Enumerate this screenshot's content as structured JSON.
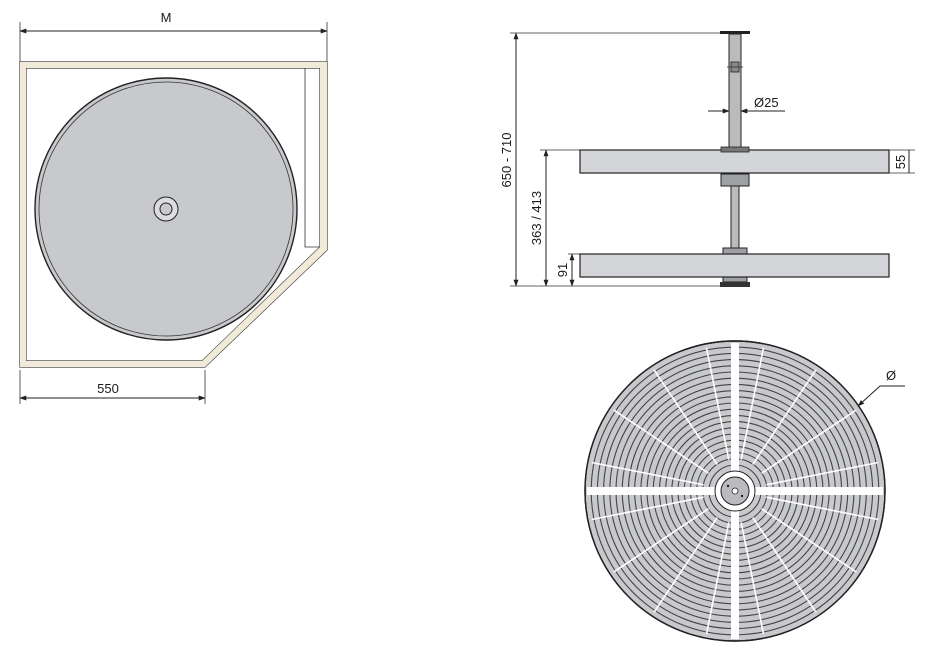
{
  "dimensions": {
    "width_top": "M",
    "depth_bottom": "550",
    "overall_height": "650 - 710",
    "shelf_spacing": "363 / 413",
    "bottom_height": "91",
    "shelf_thickness": "55",
    "pole_diameter": "Ø25",
    "tray_diameter": "Ø"
  },
  "colors": {
    "tray_fill": "#c8c9cc",
    "frame_fill": "#f2ead8",
    "frame_stroke": "#3a3a3a",
    "shelf_fill": "#d4d5d8",
    "pole_fill": "#b9bbbf"
  }
}
